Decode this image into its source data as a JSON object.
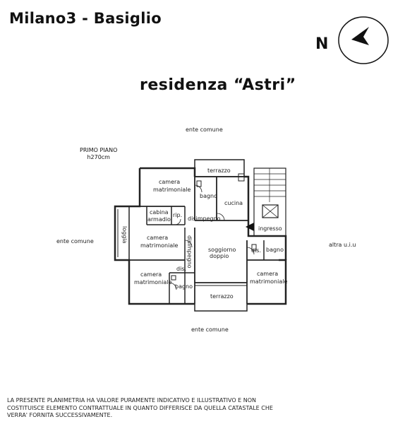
{
  "header": {
    "location": "Milano3 - Basiglio",
    "north_label": "N",
    "residence": "residenza “Astri”"
  },
  "floor_info": {
    "floor": "PRIMO PIANO",
    "height": "h270cm"
  },
  "surroundings": {
    "top": "ente comune",
    "left": "ente comune",
    "bottom": "ente comune",
    "right": "altra u.i.u"
  },
  "rooms": {
    "terrazzo_top": "terrazzo",
    "camera_top_left_1": "camera",
    "camera_top_left_2": "matrimoniale",
    "bagno_top": "bagno",
    "cucina": "cucina",
    "cabina_1": "cabina",
    "cabina_2": "armadio",
    "rip": "rip.",
    "disimpegno_h": "disimpegno",
    "ingresso": "ingresso",
    "loggia": "loggia",
    "camera_mid_1": "camera",
    "camera_mid_2": "matrimoniale",
    "disimpegno_v": "disimpegno",
    "soggiorno_1": "soggiorno",
    "soggiorno_2": "doppio",
    "dis_right": "dis.",
    "bagno_right": "bagno",
    "dis_left": "dis.",
    "camera_bl_1": "camera",
    "camera_bl_2": "matrimoniale",
    "bagno_bottom": "bagno",
    "terrazzo_bottom": "terrazzo",
    "camera_br_1": "camera",
    "camera_br_2": "matrimoniale"
  },
  "disclaimer": "La presente planimetria ha valore puramente indicativo e illustrativo e non costituisce elemento contrattuale in quanto differisce da quella catastale che verra' fornita successivamente."
}
